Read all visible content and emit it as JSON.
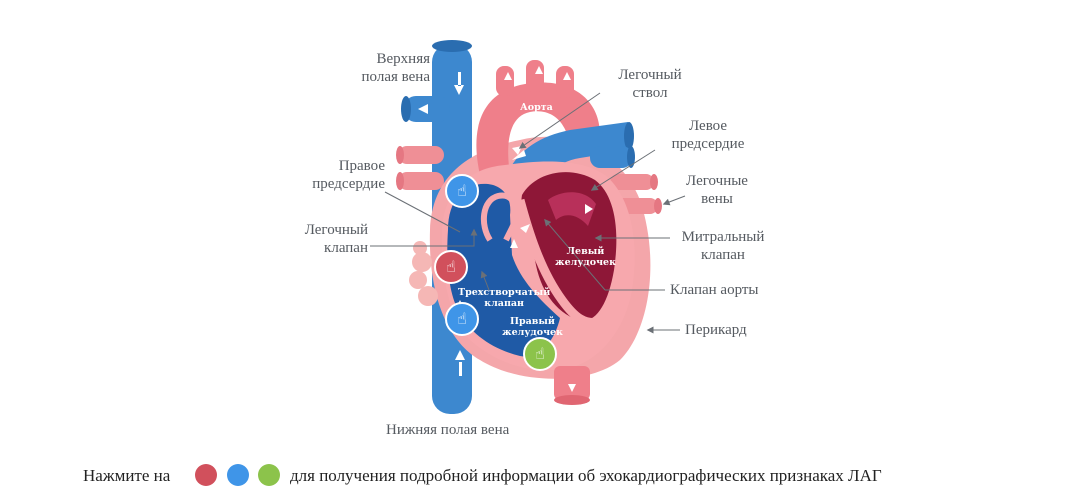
{
  "labels": {
    "superior_vena_cava": [
      "Верхняя",
      "полая вена"
    ],
    "pulmonary_trunk": [
      "Легочный",
      "ствол"
    ],
    "left_atrium": [
      "Левое",
      "предсердие"
    ],
    "pulmonary_veins": [
      "Легочные",
      "вены"
    ],
    "right_atrium": [
      "Правое",
      "предсердие"
    ],
    "pulmonary_valve": [
      "Легочный",
      "клапан"
    ],
    "mitral_valve": [
      "Митральный",
      "клапан"
    ],
    "aortic_valve": "Клапан аорты",
    "pericardium": "Перикард",
    "inferior_vena_cava": "Нижняя полая вена"
  },
  "inner_labels": {
    "aorta": "Аорта",
    "left_ventricle": [
      "Левый",
      "желудочек"
    ],
    "tricuspid_valve": [
      "Трехстворчатый",
      "клапан"
    ],
    "right_ventricle": [
      "Правый",
      "желудочек"
    ]
  },
  "footer": {
    "prefix": "Нажмите на",
    "suffix": "для получения подробной информации об эхокардиографических признаках ЛАГ"
  },
  "colors": {
    "red": "#d1505c",
    "blue": "#3f95e8",
    "green": "#8cc34b",
    "vein_blue": "#3d88cf",
    "vessel_pink": "#ef8f96",
    "muscle_dark": "#8e1737",
    "ventricle_blue": "#1f5aa6"
  },
  "hotspot_icons": "hand-pointer-icon"
}
